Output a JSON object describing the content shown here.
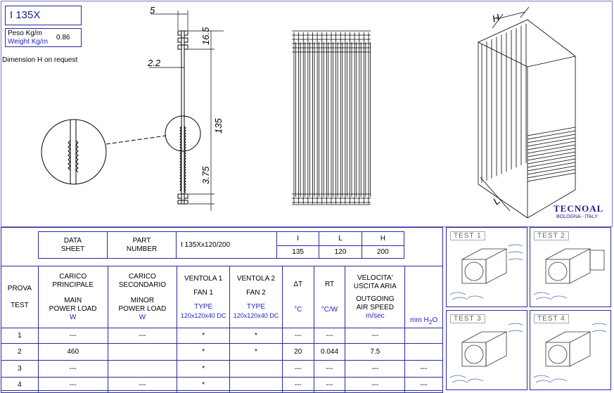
{
  "product": {
    "title": "I 135X",
    "weight_label_it": "Peso Kg/m",
    "weight_label_en": "Weight Kg/m",
    "weight_value": "0.86",
    "dimension_note": "Dimension H on request"
  },
  "drawing": {
    "dim_top": "5",
    "dim_fin_top": "16.5",
    "dim_base": "2.2",
    "dim_height": "135",
    "dim_bottom": "3.75",
    "iso_h": "H",
    "iso_l": "L"
  },
  "brand": {
    "logo": "TECNOAL",
    "location": "BOLOGNA - ITALY"
  },
  "header_table": {
    "data_sheet": [
      "DATA",
      "SHEET"
    ],
    "part_number": [
      "PART",
      "NUMBER"
    ],
    "part_value": "I 135Xx120/200",
    "cols": [
      "I",
      "L",
      "H"
    ],
    "values": [
      "135",
      "120",
      "200"
    ]
  },
  "main_table": {
    "prova": [
      "PROVA",
      "TEST"
    ],
    "carico_principale": [
      "CARICO",
      "PRINCIPALE",
      "MAIN",
      "POWER LOAD"
    ],
    "carico_principale_unit": "W",
    "carico_secondario": [
      "CARICO",
      "SECONDARIO",
      "MINOR",
      "POWER LOAD"
    ],
    "carico_secondario_unit": "W",
    "ventola1": [
      "VENTOLA 1",
      "FAN 1",
      "TYPE"
    ],
    "ventola1_size": "120x120x40 DC",
    "ventola2": [
      "VENTOLA 2",
      "FAN 2",
      "TYPE"
    ],
    "ventola2_size": "120x120x40 DC",
    "delta_t": "ΔT",
    "delta_t_unit": "°C",
    "rt": "RT",
    "rt_unit": "°C/W",
    "velocita": [
      "VELOCITA'",
      "USCITA ARIA",
      "OUTGOING",
      "AIR SPEED"
    ],
    "velocita_unit": "m/sec",
    "pressure_unit": "mm H",
    "pressure_sub": "2",
    "pressure_o": "O",
    "rows": [
      [
        "1",
        "---",
        "---",
        "*",
        "*",
        "---",
        "---",
        "---",
        ""
      ],
      [
        "2",
        "460",
        "",
        "*",
        "*",
        "20",
        "0.044",
        "7.5",
        ""
      ],
      [
        "3",
        "---",
        "",
        "*",
        "",
        "---",
        "---",
        "---",
        "---"
      ],
      [
        "4",
        "---",
        "---",
        "*",
        "",
        "---",
        "---",
        "---",
        "---"
      ]
    ]
  },
  "tests": [
    "TEST 1",
    "TEST 2",
    "TEST 3",
    "TEST 4"
  ]
}
